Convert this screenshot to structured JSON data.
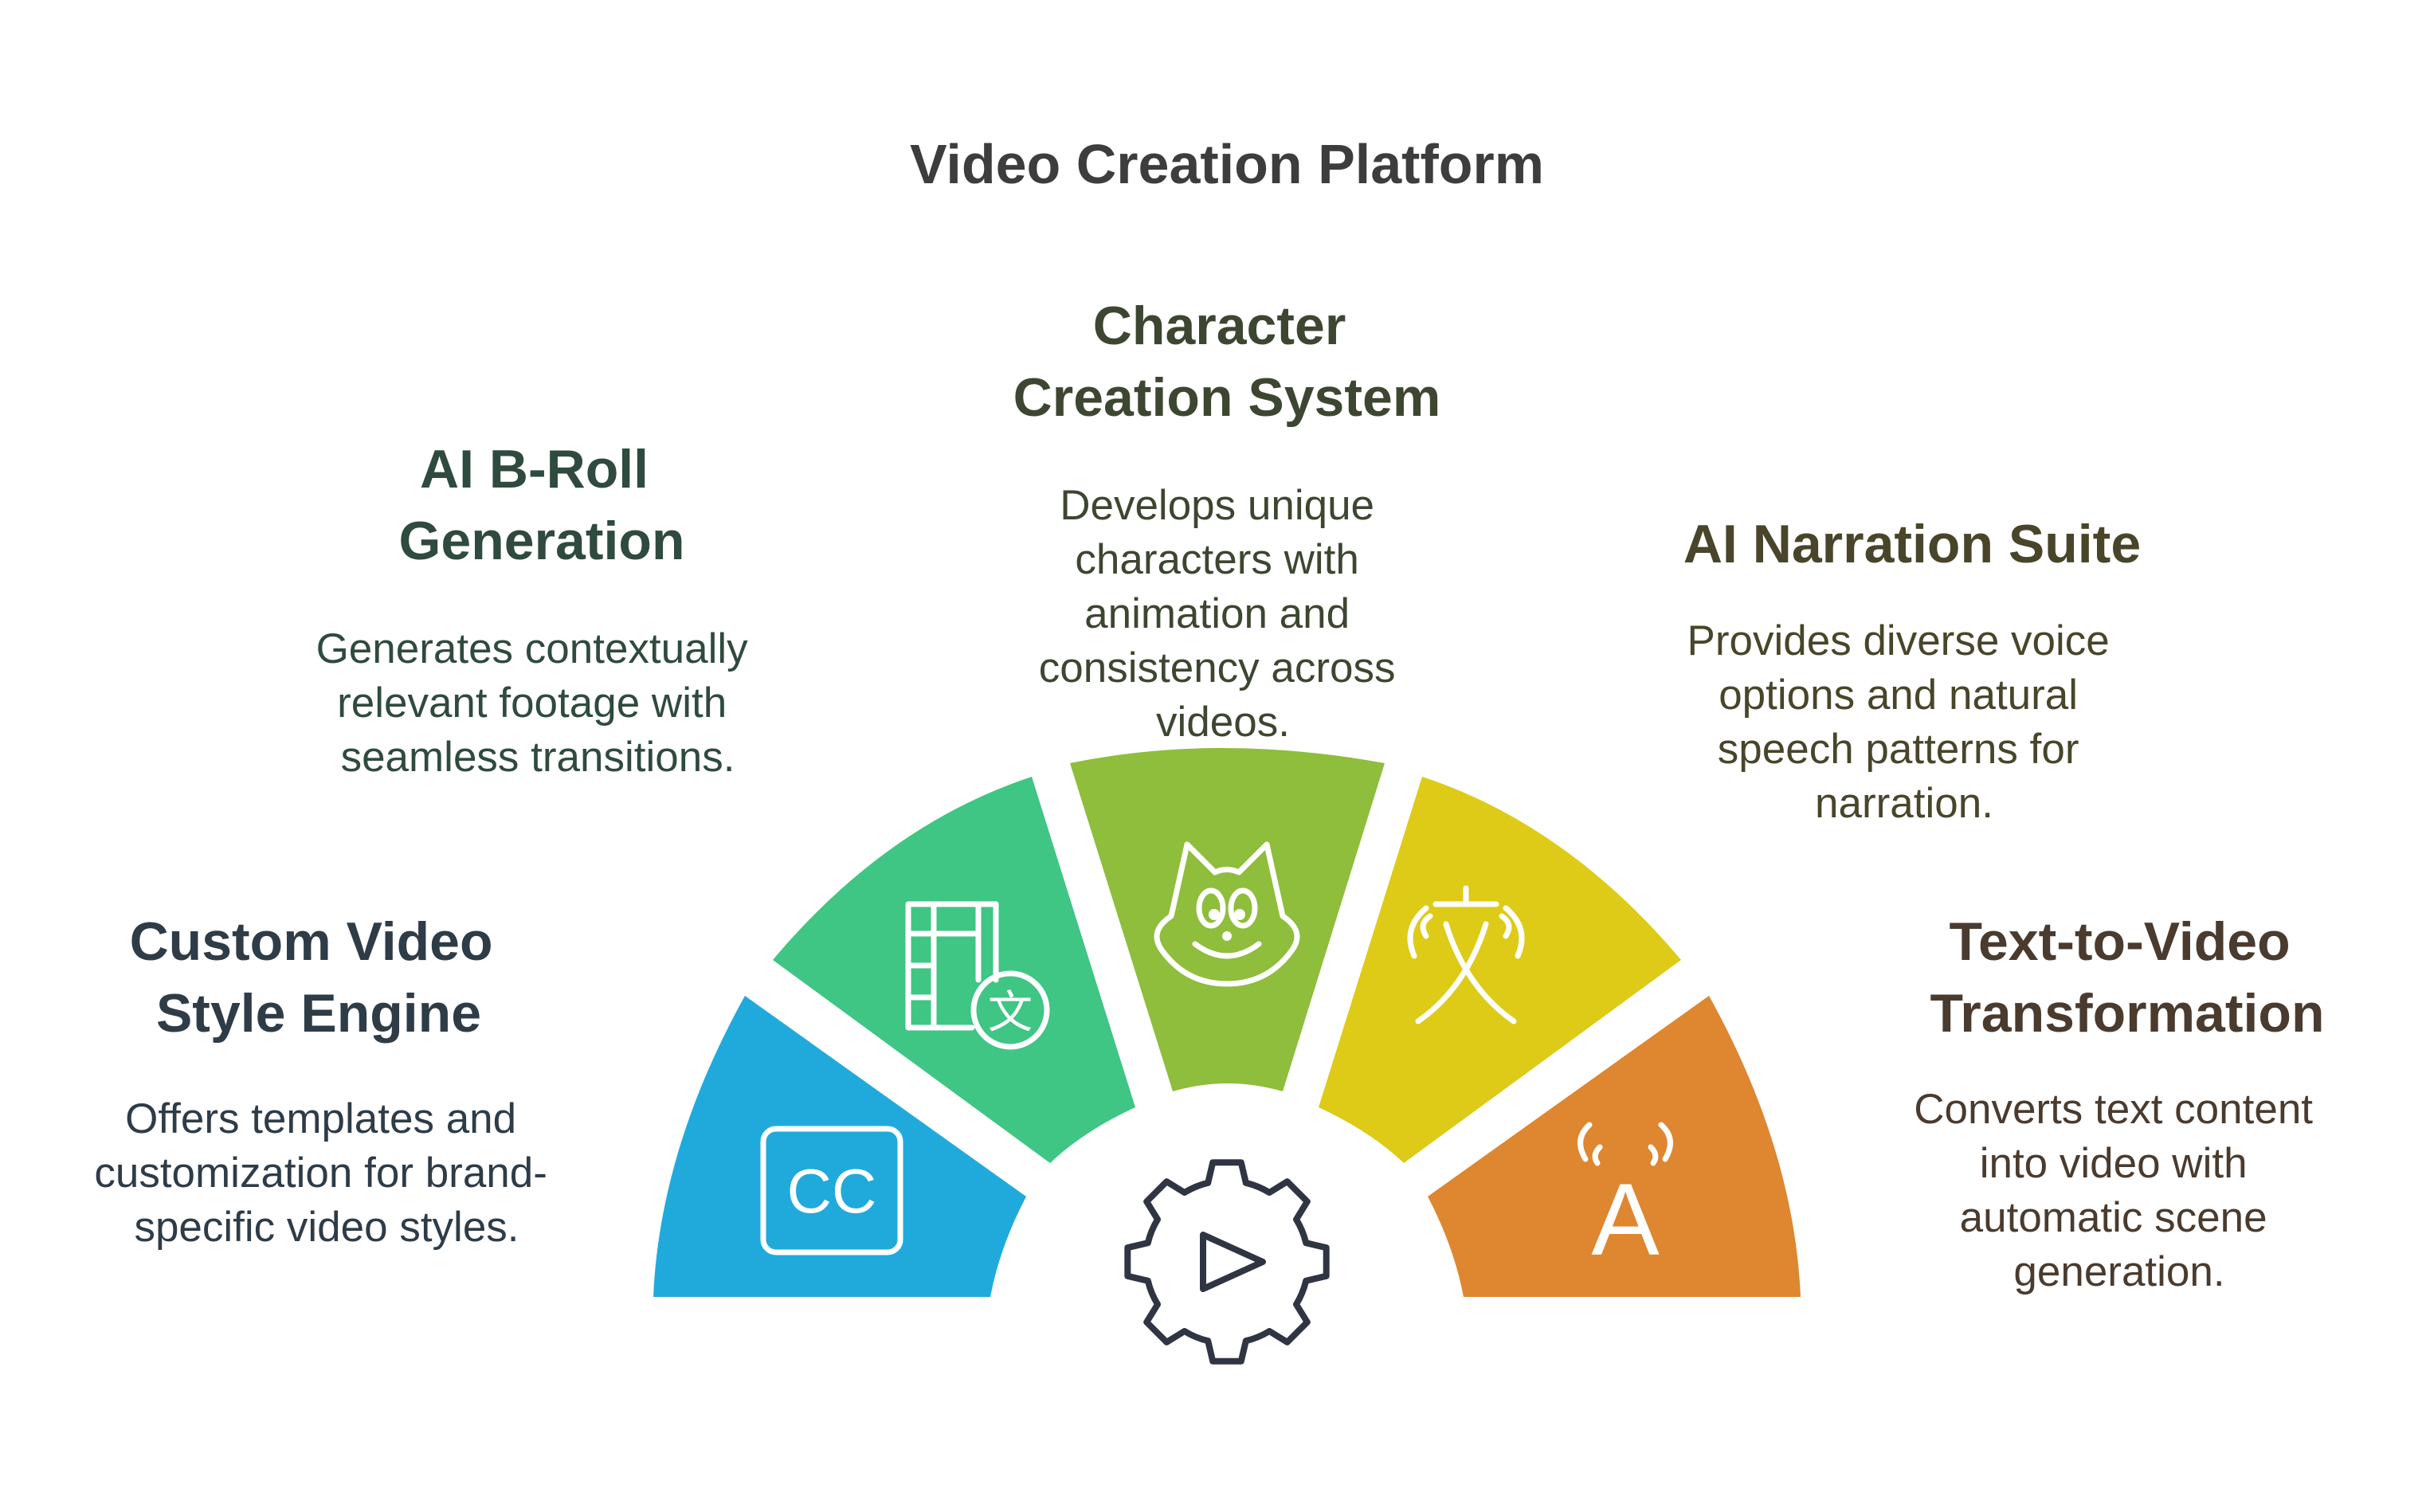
{
  "title": "Video Creation Platform",
  "colors": {
    "blue": "#20aadc",
    "green": "#3fc584",
    "lime": "#8fbd3c",
    "yellow": "#ddcb17",
    "orange": "#de8630",
    "gear": "#2f3542",
    "title": "#3d3d3d"
  },
  "segments": [
    {
      "heading": [
        "Custom Video",
        "Style Engine"
      ],
      "description": [
        "Offers templates and",
        "customization for brand-",
        "specific video styles."
      ],
      "icon": "closed-captions-icon",
      "color": "#20aadc",
      "text_color": "#2e3c48"
    },
    {
      "heading": [
        "AI B-Roll",
        "Generation"
      ],
      "description": [
        "Generates contextually",
        "relevant footage with",
        "seamless transitions."
      ],
      "icon": "film-translate-icon",
      "color": "#3fc584",
      "text_color": "#2f4a3e"
    },
    {
      "heading": [
        "Character",
        "Creation System"
      ],
      "description": [
        "Develops unique",
        "characters with",
        "animation and",
        "consistency across",
        "videos."
      ],
      "icon": "cartoon-cat-icon",
      "color": "#8fbd3c",
      "text_color": "#3d4630"
    },
    {
      "heading": [
        "AI Narration Suite"
      ],
      "description": [
        "Provides diverse voice",
        "options and natural",
        "speech patterns for",
        "narration."
      ],
      "icon": "voice-translate-icon",
      "color": "#ddcb17",
      "text_color": "#48452a"
    },
    {
      "heading": [
        "Text-to-Video",
        "Transformation"
      ],
      "description": [
        "Converts text content",
        "into video with",
        "automatic scene",
        "generation."
      ],
      "icon": "text-to-speech-icon",
      "color": "#de8630",
      "text_color": "#4a3b2e"
    }
  ],
  "center": {
    "icon": "gear-play-icon",
    "cc_label": "CC",
    "translate_glyph": "文",
    "a_label": "A"
  }
}
